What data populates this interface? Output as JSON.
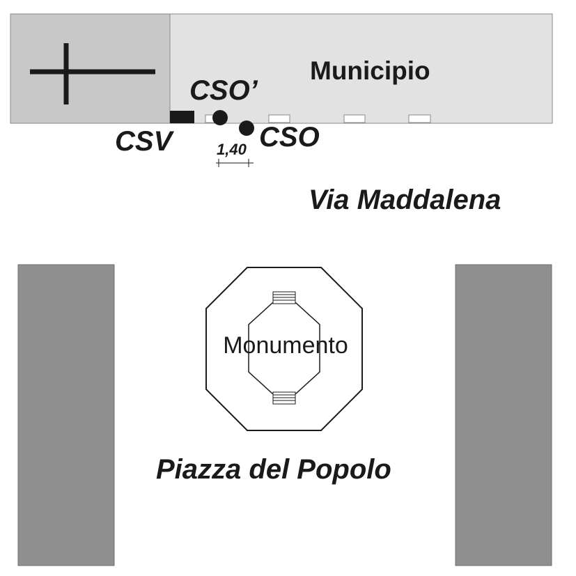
{
  "labels": {
    "municipio": "Municipio",
    "cso_prime": "CSO’",
    "csv": "CSV",
    "cso": "CSO",
    "distance": "1,40",
    "via": "Via Maddalena",
    "monumento": "Monumento",
    "piazza": "Piazza del Popolo"
  },
  "colors": {
    "building_fill": "#e2e2e2",
    "tower_fill": "#c8c8c8",
    "side_block_fill": "#8f8f8f",
    "ink": "#1a1a1a"
  }
}
